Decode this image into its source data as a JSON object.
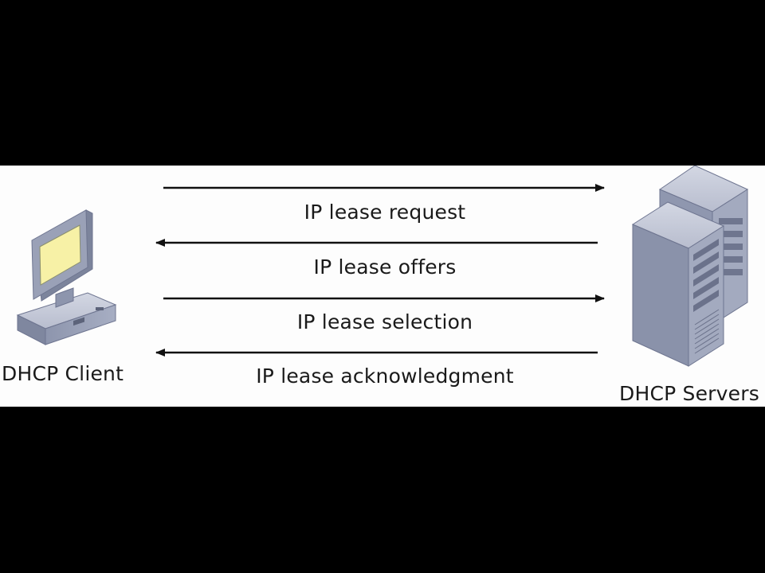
{
  "client": {
    "label": "DHCP Client",
    "icon": "desktop-computer-icon"
  },
  "servers": {
    "label": "DHCP Servers",
    "icon": "server-tower-icon"
  },
  "messages": [
    {
      "label": "IP lease request",
      "direction": "client-to-server"
    },
    {
      "label": "IP lease offers",
      "direction": "server-to-client"
    },
    {
      "label": "IP lease selection",
      "direction": "client-to-server"
    },
    {
      "label": "IP lease acknowledgment",
      "direction": "server-to-client"
    }
  ],
  "colors": {
    "background": "#000000",
    "panel": "#fdfdfd",
    "arrow": "#111111",
    "monitor_screen": "#f7f1a6",
    "device_body": "#a9b0c6"
  }
}
